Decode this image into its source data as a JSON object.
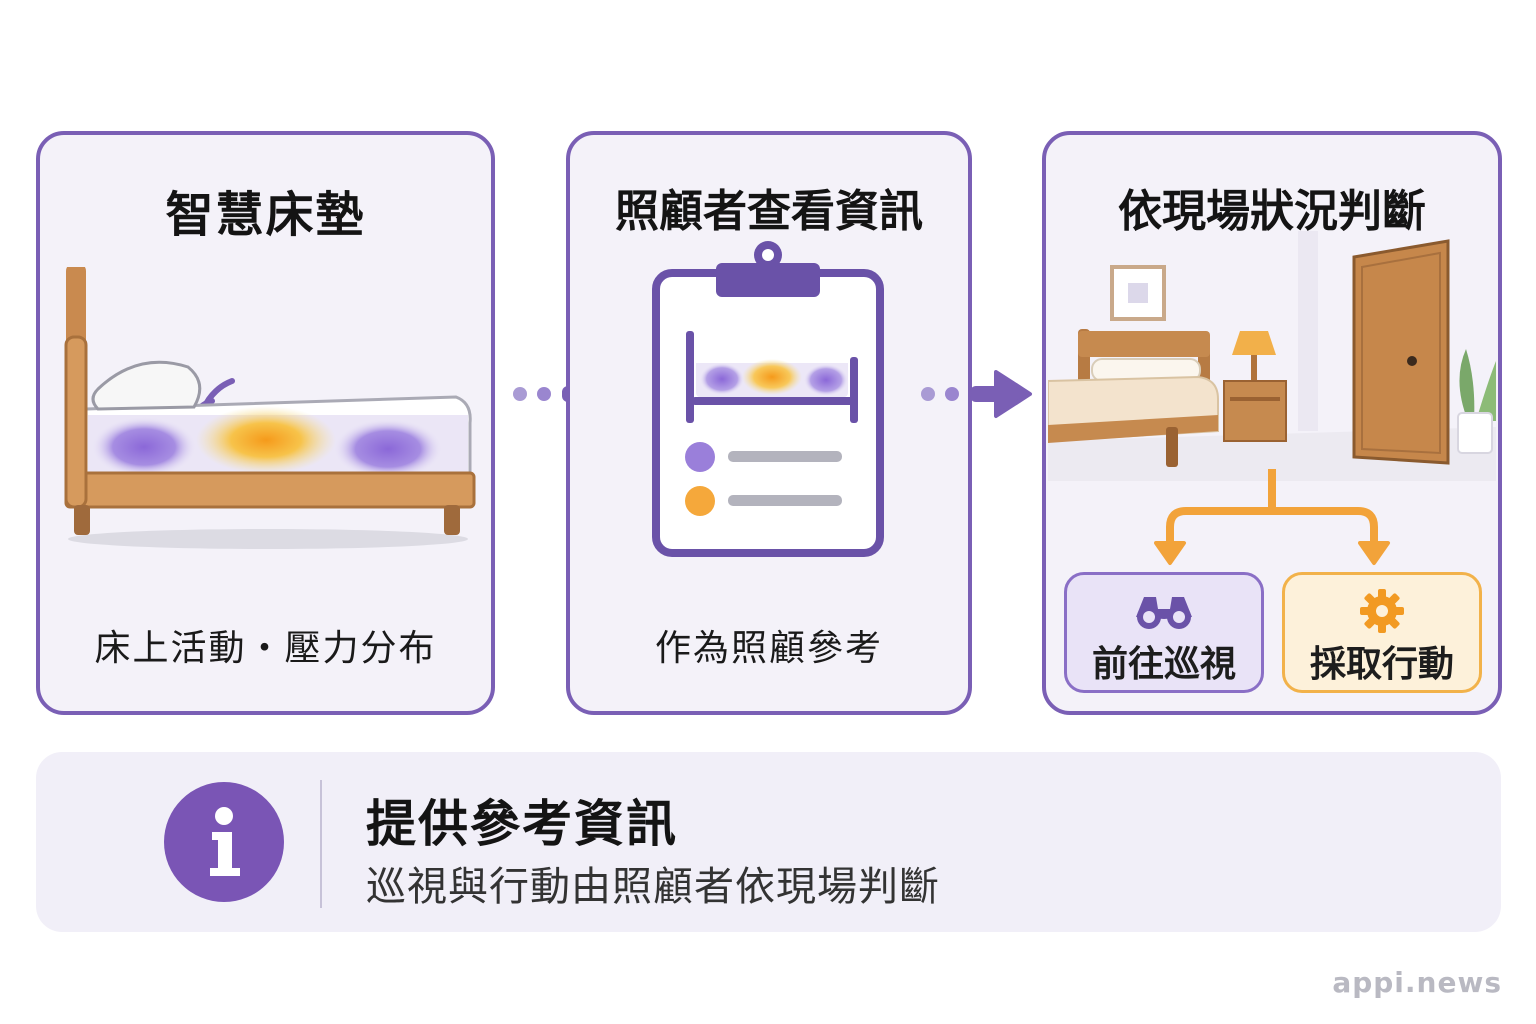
{
  "colors": {
    "purple": "#7a5fb5",
    "orange": "#f2a33a",
    "panel_bg": "#f4f2f9"
  },
  "steps": [
    {
      "title": "智慧床墊",
      "caption": "床上活動・壓力分布"
    },
    {
      "title": "照顧者查看資訊",
      "caption": "作為照顧參考"
    },
    {
      "title": "依現場狀況判斷",
      "caption": ""
    }
  ],
  "options": [
    {
      "label": "前往巡視",
      "icon": "binoculars-icon"
    },
    {
      "label": "採取行動",
      "icon": "gear-icon"
    }
  ],
  "info": {
    "icon": "info-icon",
    "title": "提供參考資訊",
    "subtitle": "巡視與行動由照顧者依現場判斷"
  },
  "watermark": "appi.news"
}
